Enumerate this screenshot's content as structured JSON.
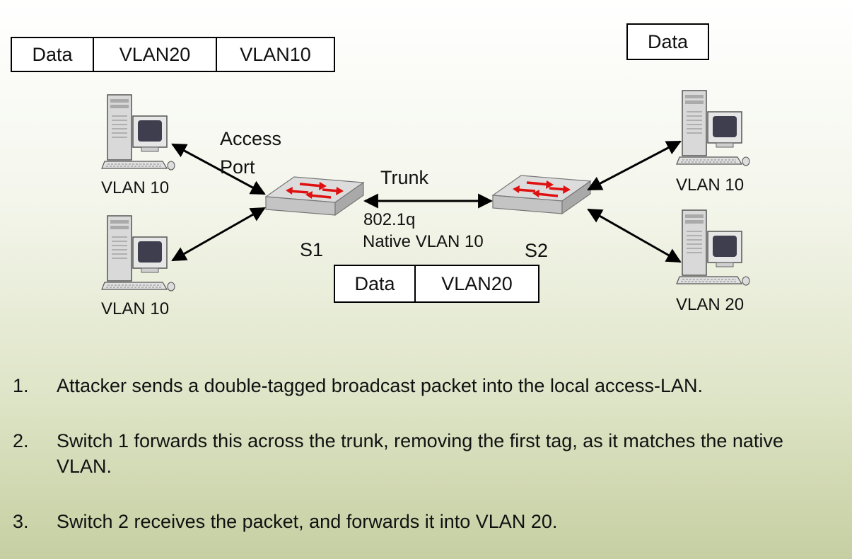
{
  "frames": {
    "attacker": [
      "Data",
      "VLAN20",
      "VLAN10"
    ],
    "trunk": [
      "Data",
      "VLAN20"
    ],
    "victim": [
      "Data"
    ]
  },
  "labels": {
    "pc_top_left": "VLAN 10",
    "pc_bottom_left": "VLAN 10",
    "pc_top_right": "VLAN 10",
    "pc_bottom_right": "VLAN 20",
    "access_port": "Access",
    "access_port_2": "Port",
    "trunk": "Trunk",
    "protocol": "802.1q",
    "native_vlan": "Native VLAN 10",
    "switch1": "S1",
    "switch2": "S2"
  },
  "steps": [
    {
      "num": "1.",
      "text": "Attacker sends a double-tagged broadcast packet into the local access-LAN."
    },
    {
      "num": "2.",
      "text": "Switch 1  forwards this across the trunk, removing the first tag, as it matches the native VLAN."
    },
    {
      "num": "3.",
      "text": "Switch 2 receives the packet, and forwards it into VLAN 20."
    }
  ],
  "colors": {
    "switch_body": "#c8c8c8",
    "switch_arrows": "#e01010",
    "monitor_screen": "#4a4a5a"
  },
  "icons": {
    "pc": "desktop-computer-icon",
    "switch": "network-switch-icon"
  }
}
